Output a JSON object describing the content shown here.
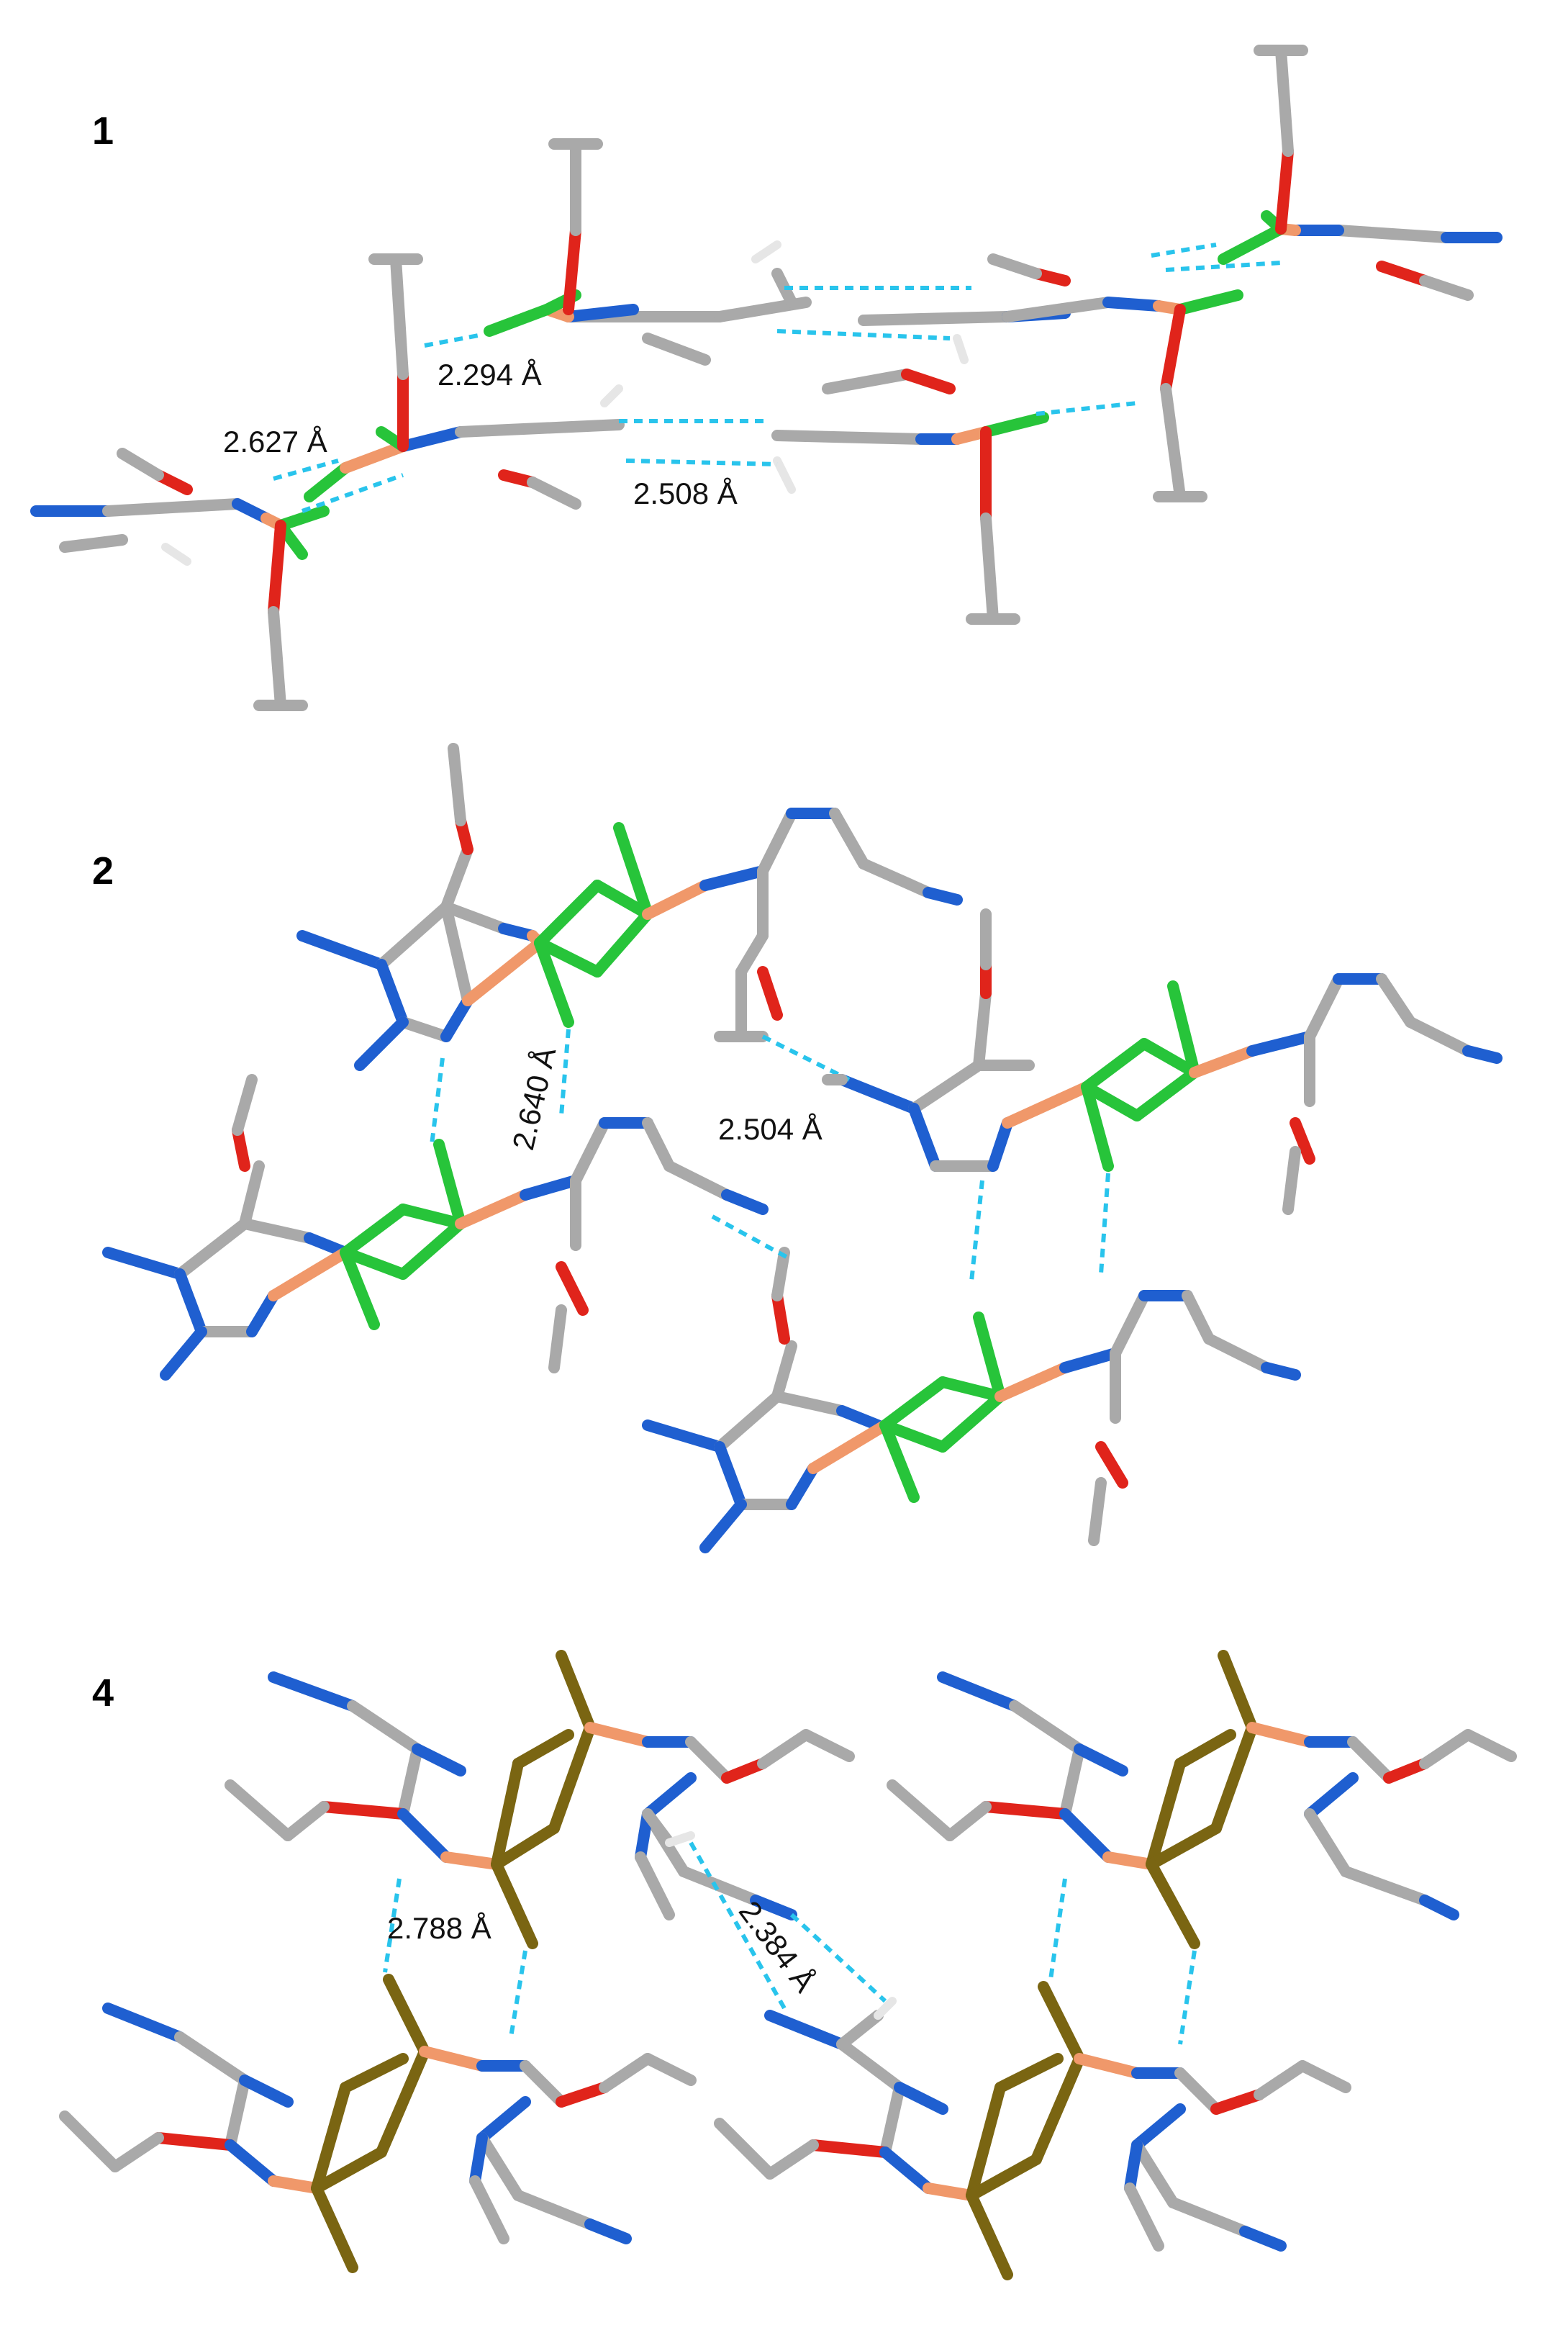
{
  "panels": [
    {
      "label": "1",
      "distances": [
        "2.294 Å",
        "2.627 Å",
        "2.508 Å"
      ]
    },
    {
      "label": "2",
      "distances": [
        "2.640 Å",
        "2.504 Å"
      ]
    },
    {
      "label": "4",
      "distances": [
        "2.788 Å",
        "2.384 Å"
      ]
    }
  ],
  "colors": {
    "carbon": "#a9a9a9",
    "nitrogen": "#1f5fd0",
    "oxygen": "#e0241b",
    "chlorine": "#27c43a",
    "bromine": "#7a6512",
    "copper": "#f0986a",
    "hydrogen": "#e6e6e6",
    "hydrogen_bond": "#29c4ec"
  }
}
